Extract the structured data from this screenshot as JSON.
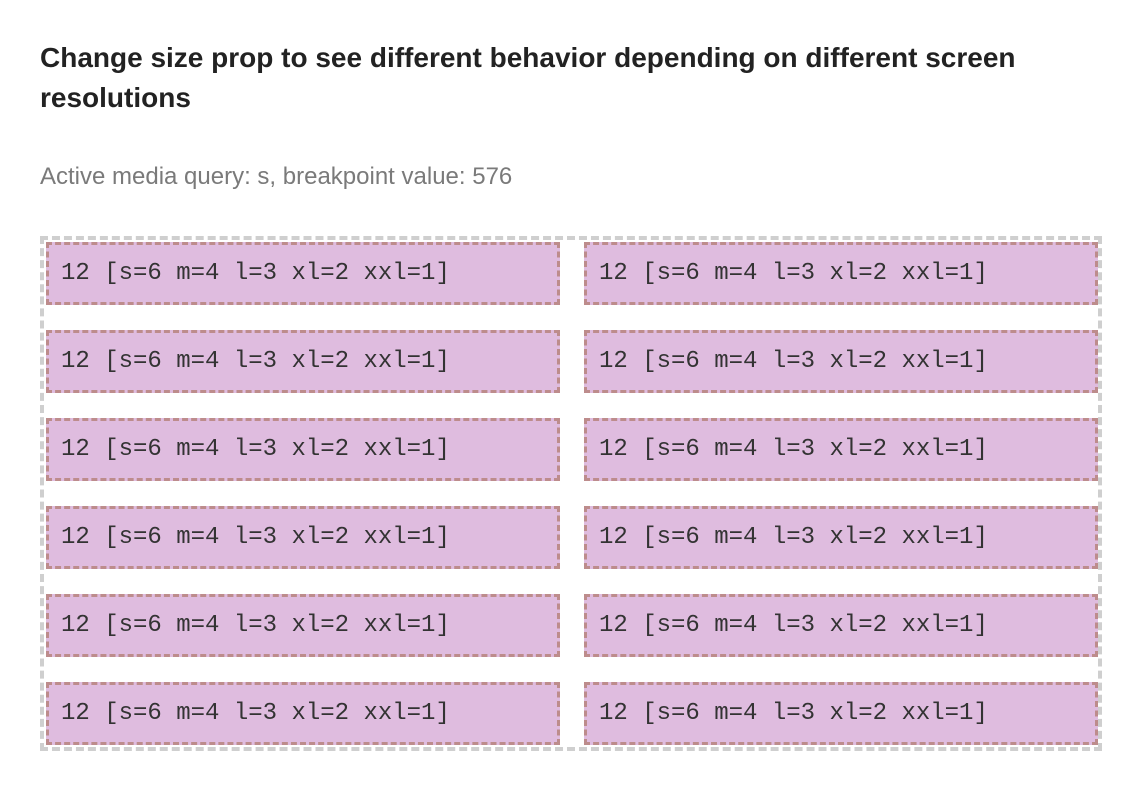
{
  "heading": "Change size prop to see different behavior depending on different screen resolutions",
  "media_query": {
    "text": "Active media query: s, breakpoint value: 576"
  },
  "grid": {
    "cells": [
      {
        "label": "12 [s=6 m=4 l=3 xl=2 xxl=1]"
      },
      {
        "label": "12 [s=6 m=4 l=3 xl=2 xxl=1]"
      },
      {
        "label": "12 [s=6 m=4 l=3 xl=2 xxl=1]"
      },
      {
        "label": "12 [s=6 m=4 l=3 xl=2 xxl=1]"
      },
      {
        "label": "12 [s=6 m=4 l=3 xl=2 xxl=1]"
      },
      {
        "label": "12 [s=6 m=4 l=3 xl=2 xxl=1]"
      },
      {
        "label": "12 [s=6 m=4 l=3 xl=2 xxl=1]"
      },
      {
        "label": "12 [s=6 m=4 l=3 xl=2 xxl=1]"
      },
      {
        "label": "12 [s=6 m=4 l=3 xl=2 xxl=1]"
      },
      {
        "label": "12 [s=6 m=4 l=3 xl=2 xxl=1]"
      },
      {
        "label": "12 [s=6 m=4 l=3 xl=2 xxl=1]"
      },
      {
        "label": "12 [s=6 m=4 l=3 xl=2 xxl=1]"
      }
    ]
  },
  "colors": {
    "cell_background": "#dfbcdf",
    "cell_border": "#bd8c8c",
    "grid_border": "#cfcfcf"
  }
}
